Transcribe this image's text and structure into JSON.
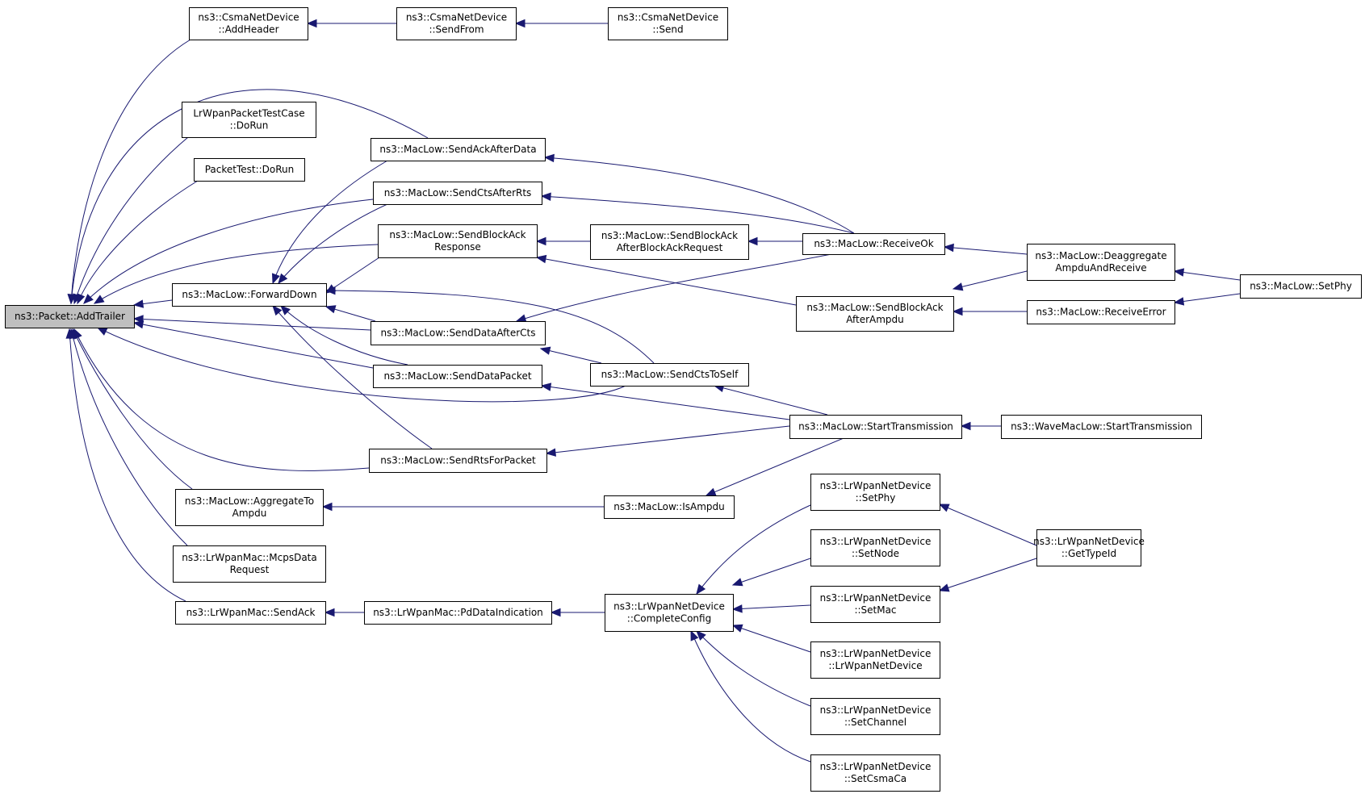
{
  "graph": {
    "edge_color": "#191970",
    "highlight_fill": "#bfbfbf",
    "nodes": [
      {
        "id": "root",
        "lines": [
          "ns3::Packet::AddTrailer"
        ],
        "highlight": true
      },
      {
        "id": "csma_addheader",
        "lines": [
          "ns3::CsmaNetDevice",
          "::AddHeader"
        ]
      },
      {
        "id": "csma_sendfrom",
        "lines": [
          "ns3::CsmaNetDevice",
          "::SendFrom"
        ]
      },
      {
        "id": "csma_send",
        "lines": [
          "ns3::CsmaNetDevice",
          "::Send"
        ]
      },
      {
        "id": "lrwpan_packettest",
        "lines": [
          "LrWpanPacketTestCase",
          "::DoRun"
        ]
      },
      {
        "id": "packettest_dorun",
        "lines": [
          "PacketTest::DoRun"
        ]
      },
      {
        "id": "sendackafterdata",
        "lines": [
          "ns3::MacLow::SendAckAfterData"
        ]
      },
      {
        "id": "sendctsafterrts",
        "lines": [
          "ns3::MacLow::SendCtsAfterRts"
        ]
      },
      {
        "id": "sendblockackresponse",
        "lines": [
          "ns3::MacLow::SendBlockAck",
          "Response"
        ]
      },
      {
        "id": "sendblockackafterreq",
        "lines": [
          "ns3::MacLow::SendBlockAck",
          "AfterBlockAckRequest"
        ]
      },
      {
        "id": "receiveok",
        "lines": [
          "ns3::MacLow::ReceiveOk"
        ]
      },
      {
        "id": "deaggregate",
        "lines": [
          "ns3::MacLow::Deaggregate",
          "AmpduAndReceive"
        ]
      },
      {
        "id": "setphy_mac",
        "lines": [
          "ns3::MacLow::SetPhy"
        ]
      },
      {
        "id": "forwarddown",
        "lines": [
          "ns3::MacLow::ForwardDown"
        ]
      },
      {
        "id": "sendblockackafterampdu",
        "lines": [
          "ns3::MacLow::SendBlockAck",
          "AfterAmpdu"
        ]
      },
      {
        "id": "receiveerror",
        "lines": [
          "ns3::MacLow::ReceiveError"
        ]
      },
      {
        "id": "senddataafterects",
        "lines": [
          "ns3::MacLow::SendDataAfterCts"
        ]
      },
      {
        "id": "senddatapacket",
        "lines": [
          "ns3::MacLow::SendDataPacket"
        ]
      },
      {
        "id": "sendctstoself",
        "lines": [
          "ns3::MacLow::SendCtsToSelf"
        ]
      },
      {
        "id": "starttransmission",
        "lines": [
          "ns3::MacLow::StartTransmission"
        ]
      },
      {
        "id": "wave_starttransmission",
        "lines": [
          "ns3::WaveMacLow::StartTransmission"
        ]
      },
      {
        "id": "sendrtsforpacket",
        "lines": [
          "ns3::MacLow::SendRtsForPacket"
        ]
      },
      {
        "id": "aggregatetoampdu",
        "lines": [
          "ns3::MacLow::AggregateTo",
          "Ampdu"
        ]
      },
      {
        "id": "isampdu",
        "lines": [
          "ns3::MacLow::IsAmpdu"
        ]
      },
      {
        "id": "mcpsdatarequest",
        "lines": [
          "ns3::LrWpanMac::McpsData",
          "Request"
        ]
      },
      {
        "id": "lrwpan_sendack",
        "lines": [
          "ns3::LrWpanMac::SendAck"
        ]
      },
      {
        "id": "pddataindication",
        "lines": [
          "ns3::LrWpanMac::PdDataIndication"
        ]
      },
      {
        "id": "completeconfig",
        "lines": [
          "ns3::LrWpanNetDevice",
          "::CompleteConfig"
        ]
      },
      {
        "id": "lr_setphy",
        "lines": [
          "ns3::LrWpanNetDevice",
          "::SetPhy"
        ]
      },
      {
        "id": "lr_setnode",
        "lines": [
          "ns3::LrWpanNetDevice",
          "::SetNode"
        ]
      },
      {
        "id": "lr_setmac",
        "lines": [
          "ns3::LrWpanNetDevice",
          "::SetMac"
        ]
      },
      {
        "id": "lr_ctor",
        "lines": [
          "ns3::LrWpanNetDevice",
          "::LrWpanNetDevice"
        ]
      },
      {
        "id": "lr_setchannel",
        "lines": [
          "ns3::LrWpanNetDevice",
          "::SetChannel"
        ]
      },
      {
        "id": "lr_setcsmaca",
        "lines": [
          "ns3::LrWpanNetDevice",
          "::SetCsmaCa"
        ]
      },
      {
        "id": "lr_gettypeid",
        "lines": [
          "ns3::LrWpanNetDevice",
          "::GetTypeId"
        ]
      }
    ],
    "edges": [
      {
        "from": "csma_addheader",
        "to": "root"
      },
      {
        "from": "lrwpan_packettest",
        "to": "root"
      },
      {
        "from": "packettest_dorun",
        "to": "root"
      },
      {
        "from": "sendackafterdata",
        "to": "root"
      },
      {
        "from": "sendctsafterrts",
        "to": "root"
      },
      {
        "from": "sendblockackresponse",
        "to": "root"
      },
      {
        "from": "forwarddown",
        "to": "root"
      },
      {
        "from": "senddataafterects",
        "to": "root"
      },
      {
        "from": "senddatapacket",
        "to": "root"
      },
      {
        "from": "sendctstoself",
        "to": "root"
      },
      {
        "from": "sendrtsforpacket",
        "to": "root"
      },
      {
        "from": "aggregatetoampdu",
        "to": "root"
      },
      {
        "from": "mcpsdatarequest",
        "to": "root"
      },
      {
        "from": "lrwpan_sendack",
        "to": "root"
      },
      {
        "from": "csma_sendfrom",
        "to": "csma_addheader"
      },
      {
        "from": "csma_send",
        "to": "csma_sendfrom"
      },
      {
        "from": "receiveok",
        "to": "sendackafterdata"
      },
      {
        "from": "receiveok",
        "to": "sendctsafterrts"
      },
      {
        "from": "sendblockackafterreq",
        "to": "sendblockackresponse"
      },
      {
        "from": "sendblockackafterampdu",
        "to": "sendblockackresponse"
      },
      {
        "from": "receiveok",
        "to": "sendblockackafterreq"
      },
      {
        "from": "deaggregate",
        "to": "receiveok"
      },
      {
        "from": "deaggregate",
        "to": "sendblockackafterampdu"
      },
      {
        "from": "receiveerror",
        "to": "sendblockackafterampdu"
      },
      {
        "from": "setphy_mac",
        "to": "deaggregate"
      },
      {
        "from": "setphy_mac",
        "to": "receiveerror"
      },
      {
        "from": "sendackafterdata",
        "to": "forwarddown"
      },
      {
        "from": "sendctsafterrts",
        "to": "forwarddown"
      },
      {
        "from": "sendblockackresponse",
        "to": "forwarddown"
      },
      {
        "from": "senddataafterects",
        "to": "forwarddown"
      },
      {
        "from": "senddatapacket",
        "to": "forwarddown"
      },
      {
        "from": "sendctstoself",
        "to": "forwarddown"
      },
      {
        "from": "sendrtsforpacket",
        "to": "forwarddown"
      },
      {
        "from": "receiveok",
        "to": "senddataafterects"
      },
      {
        "from": "sendctstoself",
        "to": "senddataafterects"
      },
      {
        "from": "starttransmission",
        "to": "senddatapacket"
      },
      {
        "from": "starttransmission",
        "to": "sendctstoself"
      },
      {
        "from": "starttransmission",
        "to": "sendrtsforpacket"
      },
      {
        "from": "wave_starttransmission",
        "to": "starttransmission"
      },
      {
        "from": "isampdu",
        "to": "aggregatetoampdu"
      },
      {
        "from": "starttransmission",
        "to": "isampdu"
      },
      {
        "from": "pddataindication",
        "to": "lrwpan_sendack"
      },
      {
        "from": "completeconfig",
        "to": "pddataindication"
      },
      {
        "from": "lr_setphy",
        "to": "completeconfig"
      },
      {
        "from": "lr_setnode",
        "to": "completeconfig"
      },
      {
        "from": "lr_setmac",
        "to": "completeconfig"
      },
      {
        "from": "lr_ctor",
        "to": "completeconfig"
      },
      {
        "from": "lr_setchannel",
        "to": "completeconfig"
      },
      {
        "from": "lr_setcsmaca",
        "to": "completeconfig"
      },
      {
        "from": "lr_gettypeid",
        "to": "lr_setphy"
      },
      {
        "from": "lr_gettypeid",
        "to": "lr_setmac"
      }
    ]
  }
}
